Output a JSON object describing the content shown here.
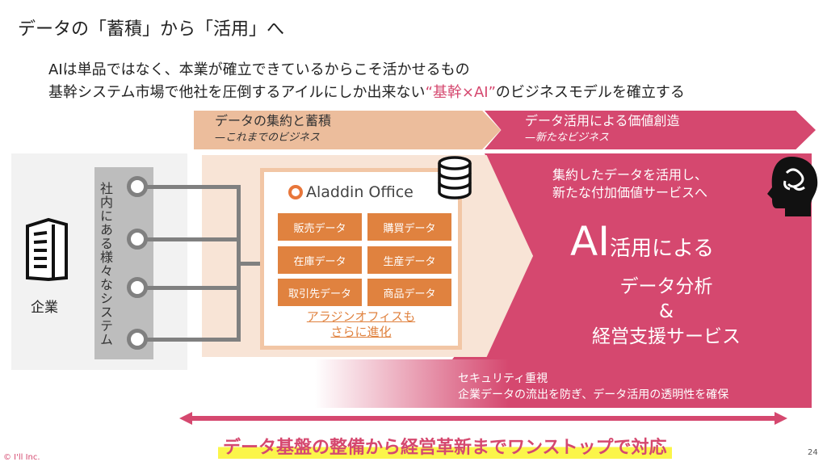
{
  "title": "データの「蓄積」から「活用」へ",
  "subtitle": {
    "line1": "AIは単品ではなく、本業が確立できているからこそ活かせるもの",
    "line2_pre": "基幹システム市場で他社を圧倒するアイルにしか出来ない",
    "line2_hl": "“基幹×AI”",
    "line2_post": "のビジネスモデルを確立する"
  },
  "bands": [
    {
      "title": "データの集約と蓄積",
      "sub": "—これまでのビジネス"
    },
    {
      "title": "データ活用による価値創造",
      "sub": "—新たなビジネス"
    }
  ],
  "company": {
    "label": "企業",
    "systems": "社内にある様々なシステム"
  },
  "aladdin": {
    "logo_text": "Aladdin Office",
    "cells": [
      "販売データ",
      "購買データ",
      "在庫データ",
      "生産データ",
      "取引先データ",
      "商品データ"
    ],
    "link": "アラジンオフィスも",
    "link2": "さらに進化"
  },
  "ai": {
    "intro1": "集約したデータを活用し、",
    "intro2": "新たな付加価値サービスへ",
    "big": "AI",
    "big_suffix": "活用による",
    "line1": "データ分析",
    "amp": "&",
    "line2": "経営支援サービス"
  },
  "security": {
    "title": "セキュリティ重視",
    "desc": "企業データの流出を防ぎ、データ活用の透明性を確保"
  },
  "bottom": "データ基盤の整備から経営革新までワンストップで対応",
  "footer": {
    "copyright": "© I'll Inc.",
    "page": "24"
  },
  "colors": {
    "pink": "#d5486f",
    "orange": "#e0823f",
    "peach": "#f8e4d6"
  }
}
